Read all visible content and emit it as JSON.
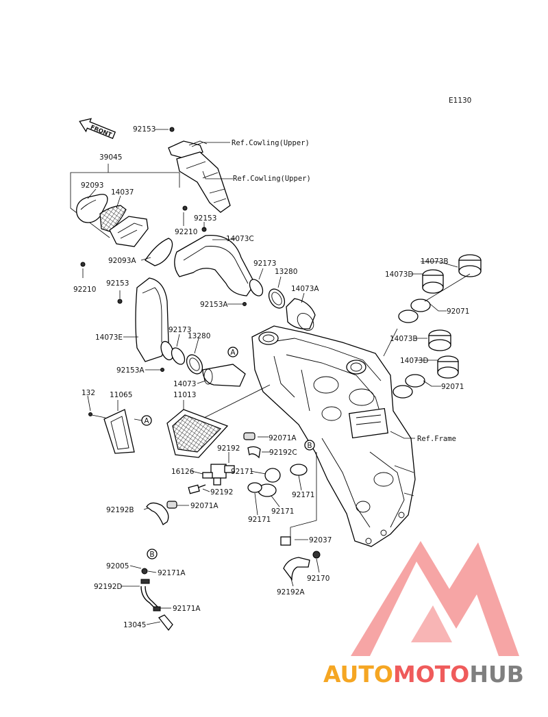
{
  "diagram": {
    "code": "E1130",
    "front_label": "FRONT",
    "labels": {
      "p92153_top": "92153",
      "ref_cowling_1": "Ref.Cowling(Upper)",
      "ref_cowling_2": "Ref.Cowling(Upper)",
      "p39045": "39045",
      "p92093": "92093",
      "p14037": "14037",
      "p92210_a": "92210",
      "p92153_b": "92153",
      "p14073C": "14073C",
      "p92093A": "92093A",
      "p92210_b": "92210",
      "p92153_c": "92153",
      "p92173_a": "92173",
      "p13280_a": "13280",
      "p14073A": "14073A",
      "p92153A_a": "92153A",
      "p14073B_top": "14073B",
      "p14073D_top": "14073D",
      "p92071_a": "92071",
      "p14073E": "14073E",
      "p92173_b": "92173",
      "p13280_b": "13280",
      "p14073B_mid": "14073B",
      "p14073D_mid": "14073D",
      "p92153A_b": "92153A",
      "p14073": "14073",
      "p92071_b": "92071",
      "p132": "132",
      "p11065": "11065",
      "p11013": "11013",
      "ref_frame": "Ref.Frame",
      "p92071A_a": "92071A",
      "p92192": "92192",
      "p92192C": "92192C",
      "p16126": "16126",
      "p92171_a": "92171",
      "p92171_b": "92171",
      "p92192_b": "92192",
      "p92192B": "92192B",
      "p92071A_b": "92071A",
      "p92171_c": "92171",
      "p92171_d": "92171",
      "p92037": "92037",
      "p92005": "92005",
      "p92171A_a": "92171A",
      "p92192D": "92192D",
      "p92170": "92170",
      "p92192A": "92192A",
      "p92171A_b": "92171A",
      "p13045": "13045",
      "callout_A": "A",
      "callout_B": "B"
    }
  },
  "watermark": {
    "part1": "AUTO",
    "part2": "MOTO",
    "part3": "HUB",
    "colors": {
      "orange": "#f5a623",
      "red": "#ef5b5b",
      "grey": "#7f7f7f"
    }
  }
}
